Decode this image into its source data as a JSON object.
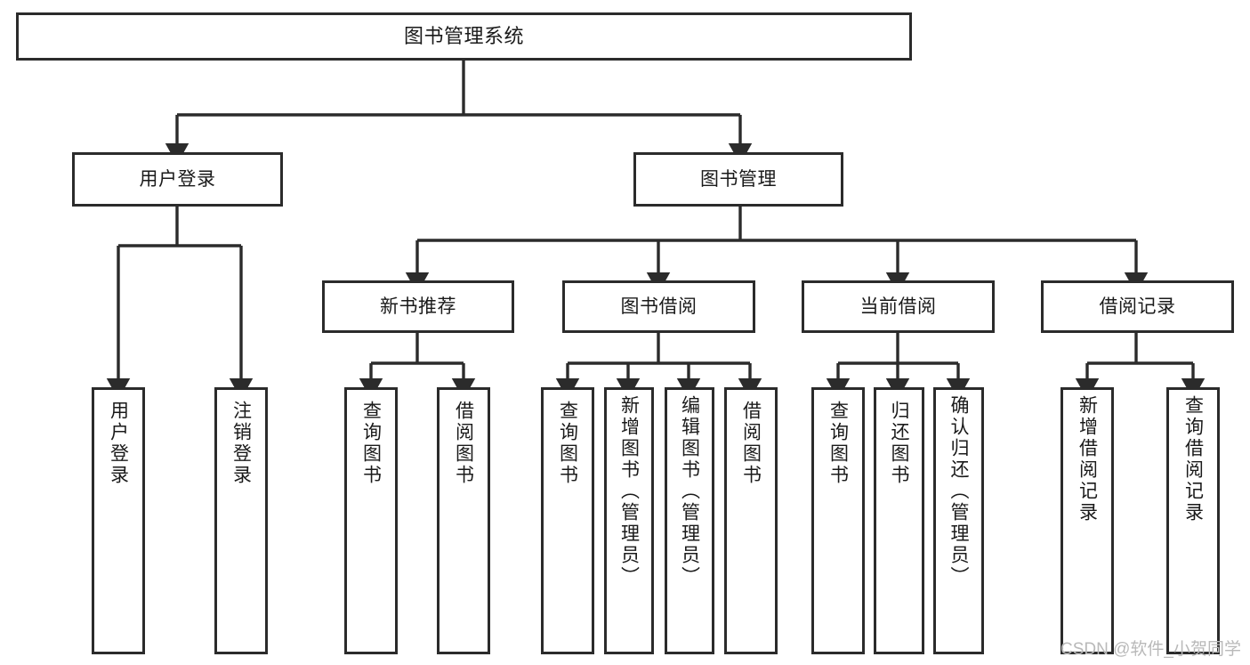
{
  "diagram": {
    "type": "tree",
    "title": "图书管理系统",
    "stroke_color": "#2b2b2b",
    "fill_color": "#ffffff",
    "text_color": "#1a1a1a",
    "watermark": "CSDN @软件_小贺同学"
  },
  "nodes": {
    "root": {
      "label": "图书管理系统"
    },
    "level2": [
      {
        "label": "用户登录"
      },
      {
        "label": "图书管理"
      }
    ],
    "level3": [
      {
        "label": "新书推荐"
      },
      {
        "label": "图书借阅"
      },
      {
        "label": "当前借阅"
      },
      {
        "label": "借阅记录"
      }
    ],
    "leaves": {
      "user_login": [
        {
          "label": "用户登录"
        },
        {
          "label": "注销登录"
        }
      ],
      "new_book_recommend": [
        {
          "label": "查询图书"
        },
        {
          "label": "借阅图书"
        }
      ],
      "book_borrow": [
        {
          "label": "查询图书"
        },
        {
          "label": "新增图书（管理员）"
        },
        {
          "label": "编辑图书（管理员）"
        },
        {
          "label": "借阅图书"
        }
      ],
      "current_borrow": [
        {
          "label": "查询图书"
        },
        {
          "label": "归还图书"
        },
        {
          "label": "确认归还（管理员）"
        }
      ],
      "borrow_record": [
        {
          "label": "新增借阅记录"
        },
        {
          "label": "查询借阅记录"
        }
      ]
    }
  }
}
